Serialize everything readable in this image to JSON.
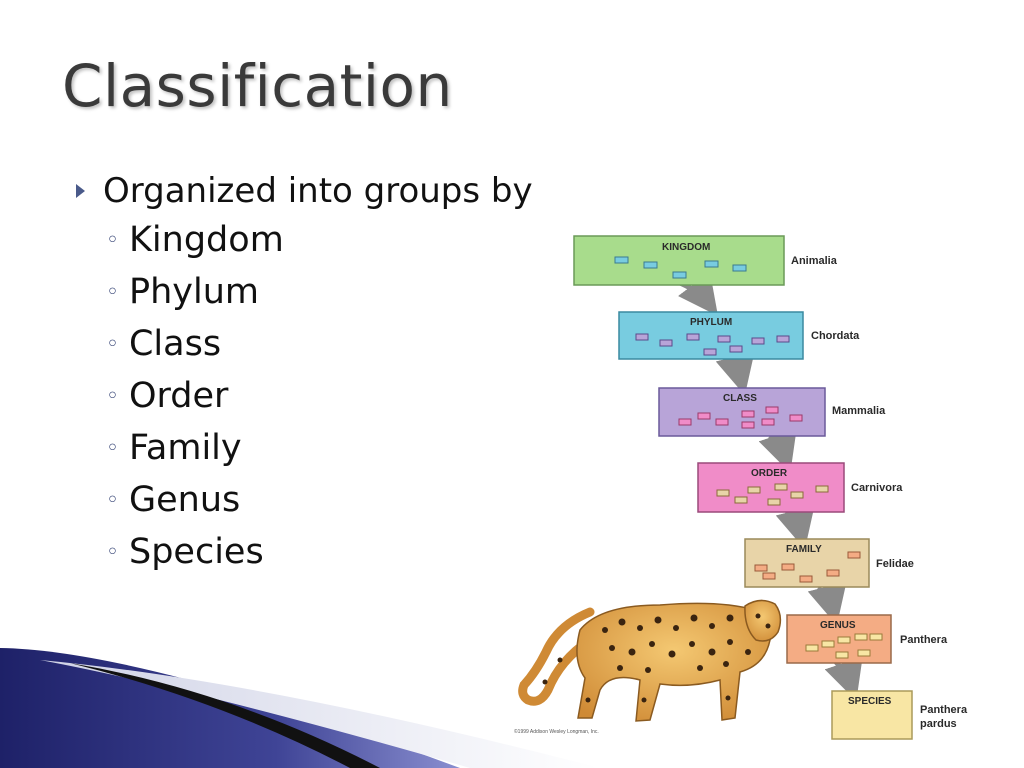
{
  "slide": {
    "title": "Classification",
    "bullet": "Organized into groups by",
    "sub_bullets": [
      "Kingdom",
      "Phylum",
      "Class",
      "Order",
      "Family",
      "Genus",
      "Species"
    ]
  },
  "diagram": {
    "ranks": [
      {
        "rank": "KINGDOM",
        "taxon": "Animalia"
      },
      {
        "rank": "PHYLUM",
        "taxon": "Chordata"
      },
      {
        "rank": "CLASS",
        "taxon": "Mammalia"
      },
      {
        "rank": "ORDER",
        "taxon": "Carnivora"
      },
      {
        "rank": "FAMILY",
        "taxon": "Felidae"
      },
      {
        "rank": "GENUS",
        "taxon": "Panthera"
      },
      {
        "rank": "SPECIES",
        "taxon_lines": [
          "Panthera",
          "pardus"
        ]
      }
    ],
    "copyright": "©1999 Addison Wesley Longman, Inc.",
    "colors": {
      "kingdom": "#a8dc8c",
      "phylum": "#78cce0",
      "class": "#b8a4d8",
      "order": "#f08cc8",
      "family": "#e8d4a8",
      "genus": "#f4ac84",
      "species": "#f8e6a4",
      "arrow": "#8a8a8a",
      "accent": "#2c2f7a"
    }
  }
}
